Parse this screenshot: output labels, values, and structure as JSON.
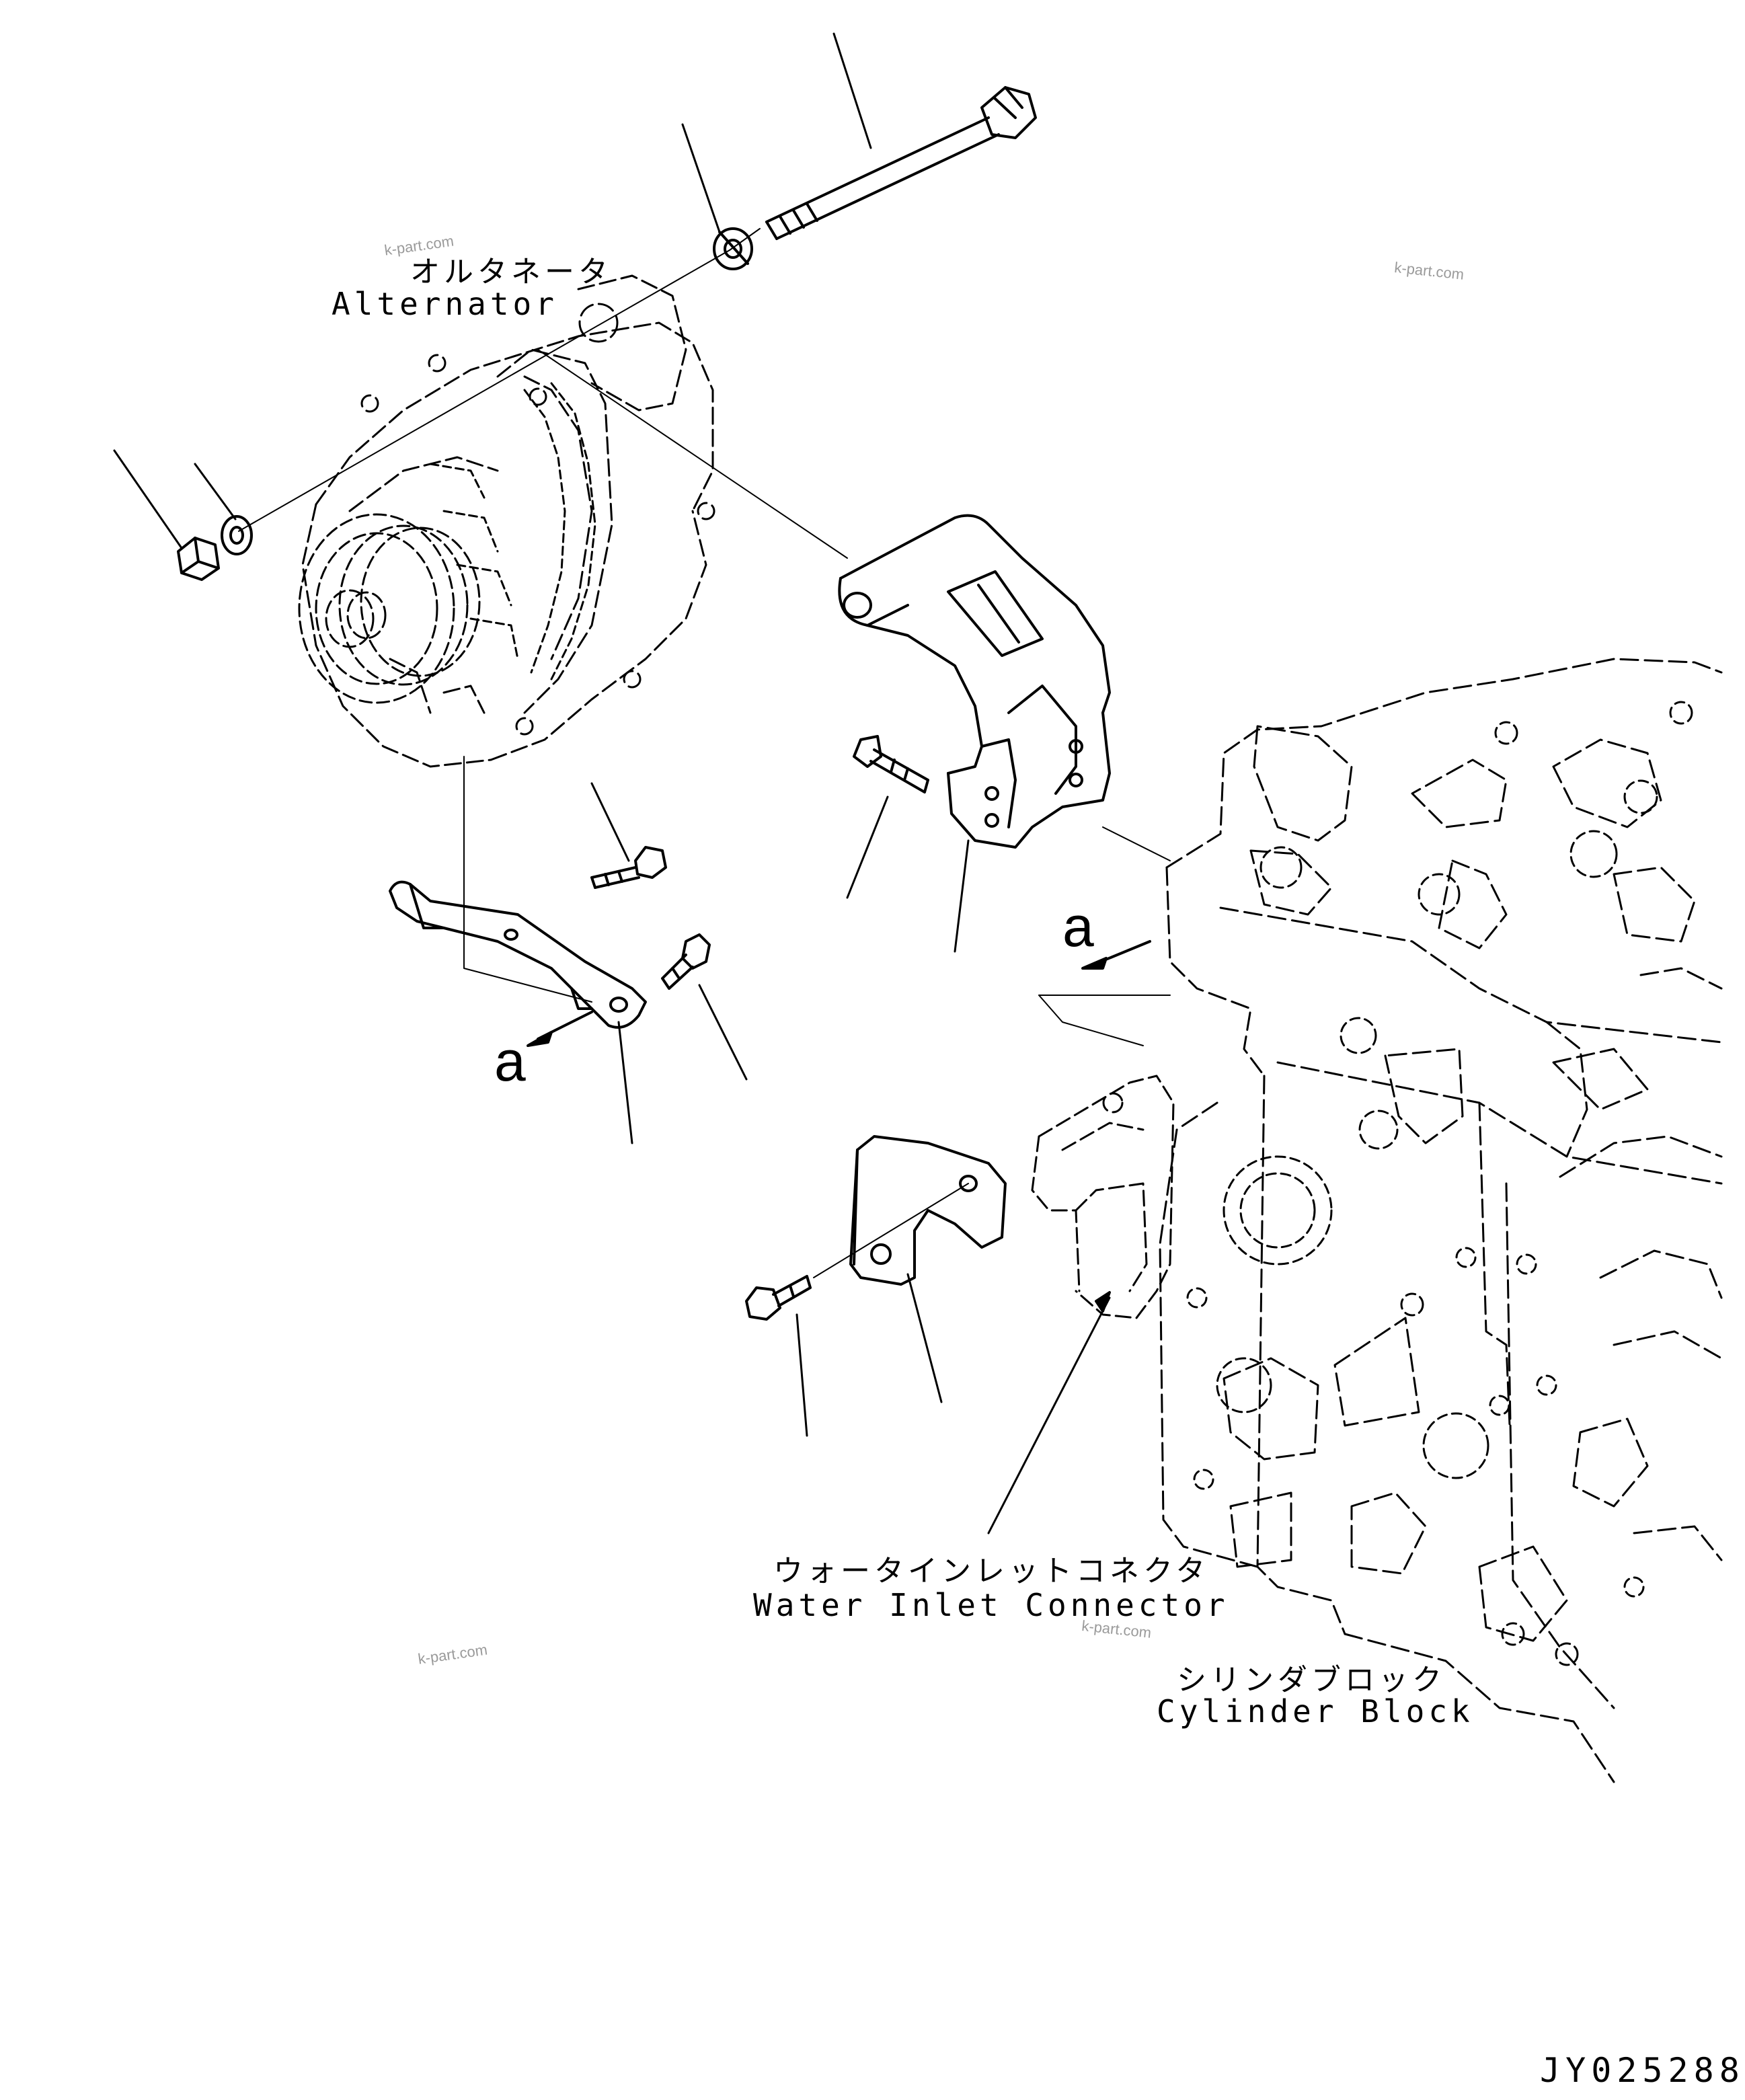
{
  "labels": {
    "alternator_jp": "オルタネータ",
    "alternator_en": "Alternator",
    "water_inlet_jp": "ウォータインレットコネクタ",
    "water_inlet_en": "Water Inlet Connector",
    "cylinder_block_jp": "シリンダブロック",
    "cylinder_block_en": "Cylinder Block"
  },
  "view_callouts": {
    "upper": "a",
    "lower": "a"
  },
  "watermarks": [
    "k-part.com",
    "k-part.com",
    "k-part.com",
    "k-part.com"
  ],
  "drawing_code": "JY025288"
}
